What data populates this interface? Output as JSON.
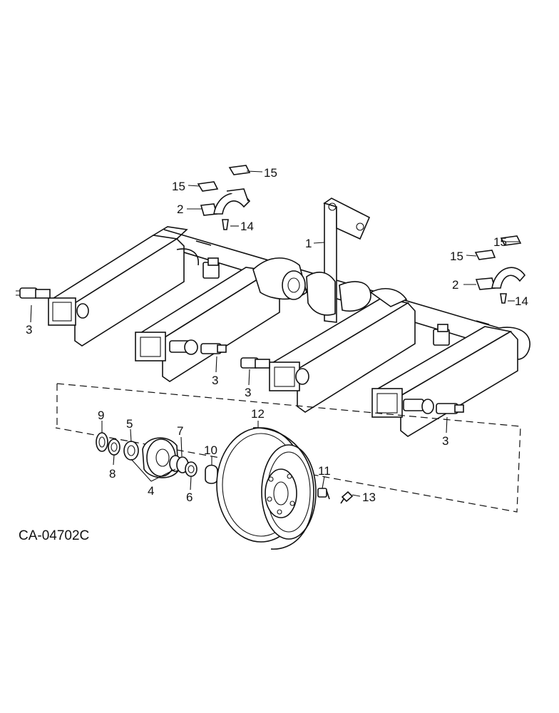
{
  "diagram": {
    "drawing_code": "CA-04702C",
    "callouts": [
      {
        "id": "c1",
        "label": "1"
      },
      {
        "id": "c2a",
        "label": "2"
      },
      {
        "id": "c2b",
        "label": "2"
      },
      {
        "id": "c3a",
        "label": "3"
      },
      {
        "id": "c3b",
        "label": "3"
      },
      {
        "id": "c3c",
        "label": "3"
      },
      {
        "id": "c3d",
        "label": "3"
      },
      {
        "id": "c4",
        "label": "4"
      },
      {
        "id": "c5",
        "label": "5"
      },
      {
        "id": "c6",
        "label": "6"
      },
      {
        "id": "c7",
        "label": "7"
      },
      {
        "id": "c8",
        "label": "8"
      },
      {
        "id": "c9",
        "label": "9"
      },
      {
        "id": "c10",
        "label": "10"
      },
      {
        "id": "c11",
        "label": "11"
      },
      {
        "id": "c12",
        "label": "12"
      },
      {
        "id": "c13",
        "label": "13"
      },
      {
        "id": "c14a",
        "label": "14"
      },
      {
        "id": "c14b",
        "label": "14"
      },
      {
        "id": "c15a",
        "label": "15"
      },
      {
        "id": "c15b",
        "label": "15"
      },
      {
        "id": "c15c",
        "label": "15"
      },
      {
        "id": "c15d",
        "label": "15"
      }
    ]
  }
}
